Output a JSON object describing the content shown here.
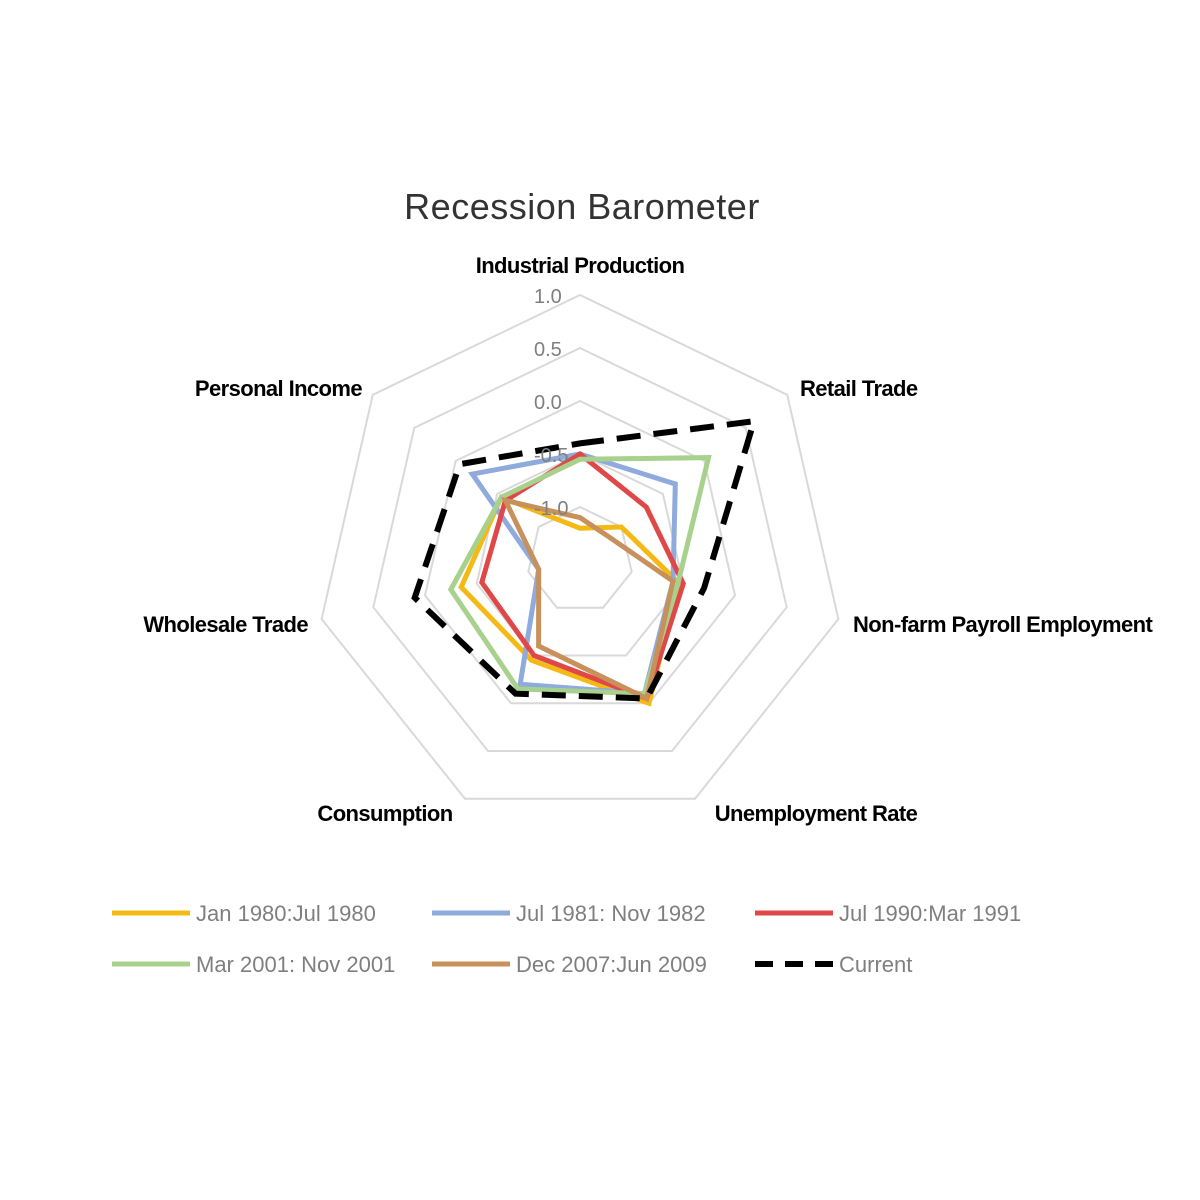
{
  "chart_data": {
    "type": "radar",
    "title": "Recession Barometer",
    "axes": [
      "Industrial Production",
      "Retail Trade",
      "Non-farm Payroll Employment",
      "Unemployment Rate",
      "Consumption",
      "Wholesale Trade",
      "Personal Income"
    ],
    "ticks": [
      "1.0",
      "0.5",
      "0.0",
      "-0.5",
      "-1.0"
    ],
    "tick_values": [
      1.0,
      0.5,
      0.0,
      -0.5,
      -1.0
    ],
    "rlim": [
      -1.5,
      1.0
    ],
    "grid": true,
    "legend_position": "bottom",
    "series": [
      {
        "name": "Jan 1980:Jul 1980",
        "color": "#f5b915",
        "dash": "solid",
        "values": [
          -1.2,
          -1.0,
          -0.55,
          -0.0,
          -0.45,
          -0.35,
          -0.55
        ]
      },
      {
        "name": "Jul 1981: Nov 1982",
        "color": "#8faadc",
        "dash": "solid",
        "values": [
          -0.5,
          -0.35,
          -0.6,
          -0.1,
          -0.2,
          -1.1,
          -0.2
        ]
      },
      {
        "name": "Jul 1990:Mar 1991",
        "color": "#e04848",
        "dash": "solid",
        "values": [
          -0.5,
          -0.7,
          -0.5,
          -0.05,
          -0.5,
          -0.55,
          -0.6
        ]
      },
      {
        "name": "Mar 2001: Nov 2001",
        "color": "#a9d18e",
        "dash": "solid",
        "values": [
          -0.55,
          0.05,
          -0.55,
          -0.1,
          -0.15,
          -0.25,
          -0.55
        ]
      },
      {
        "name": "Dec 2007:Jun 2009",
        "color": "#c8905a",
        "dash": "solid",
        "values": [
          -1.1,
          -1.15,
          -0.6,
          -0.05,
          -0.6,
          -1.1,
          -0.6
        ]
      },
      {
        "name": "Current",
        "color": "#000000",
        "dash": "dashed",
        "values": [
          -0.4,
          0.6,
          -0.3,
          -0.05,
          -0.1,
          0.1,
          -0.05
        ]
      }
    ]
  }
}
